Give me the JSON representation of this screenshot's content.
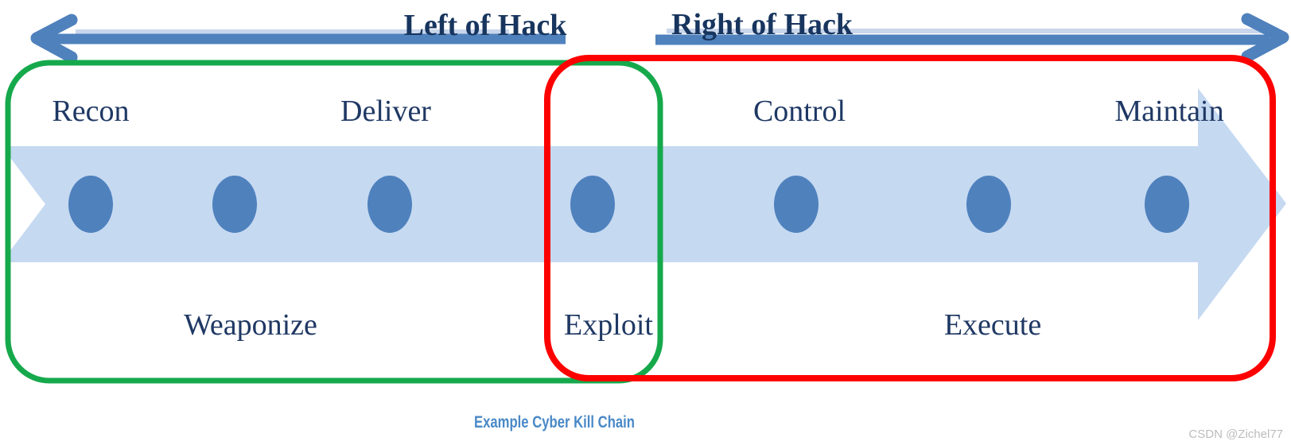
{
  "diagram": {
    "header": {
      "left_arrow_label": "Left of Hack",
      "right_arrow_label": "Right of Hack"
    },
    "phases": [
      {
        "label": "Recon",
        "row": "top",
        "side": "left-of-hack"
      },
      {
        "label": "Weaponize",
        "row": "bottom",
        "side": "left-of-hack"
      },
      {
        "label": "Deliver",
        "row": "top",
        "side": "left-of-hack"
      },
      {
        "label": "Exploit",
        "row": "bottom",
        "side": "overlap"
      },
      {
        "label": "Control",
        "row": "top",
        "side": "right-of-hack"
      },
      {
        "label": "Execute",
        "row": "bottom",
        "side": "right-of-hack"
      },
      {
        "label": "Maintain",
        "row": "top",
        "side": "right-of-hack"
      }
    ],
    "caption": "Example Cyber Kill Chain",
    "watermark": "CSDN @Zichel77",
    "colors": {
      "band": "#c5d9f1",
      "dot": "#4f81bd",
      "phase_label": "#1f3864",
      "hack_label": "#17355e",
      "green_outline": "#16a94c",
      "red_outline": "#fd0000",
      "caption": "#4a89c7",
      "watermark": "#bcbcbc",
      "top_arrow": "#4f81bd",
      "top_arrow_highlight": "#c9d6eb"
    }
  }
}
